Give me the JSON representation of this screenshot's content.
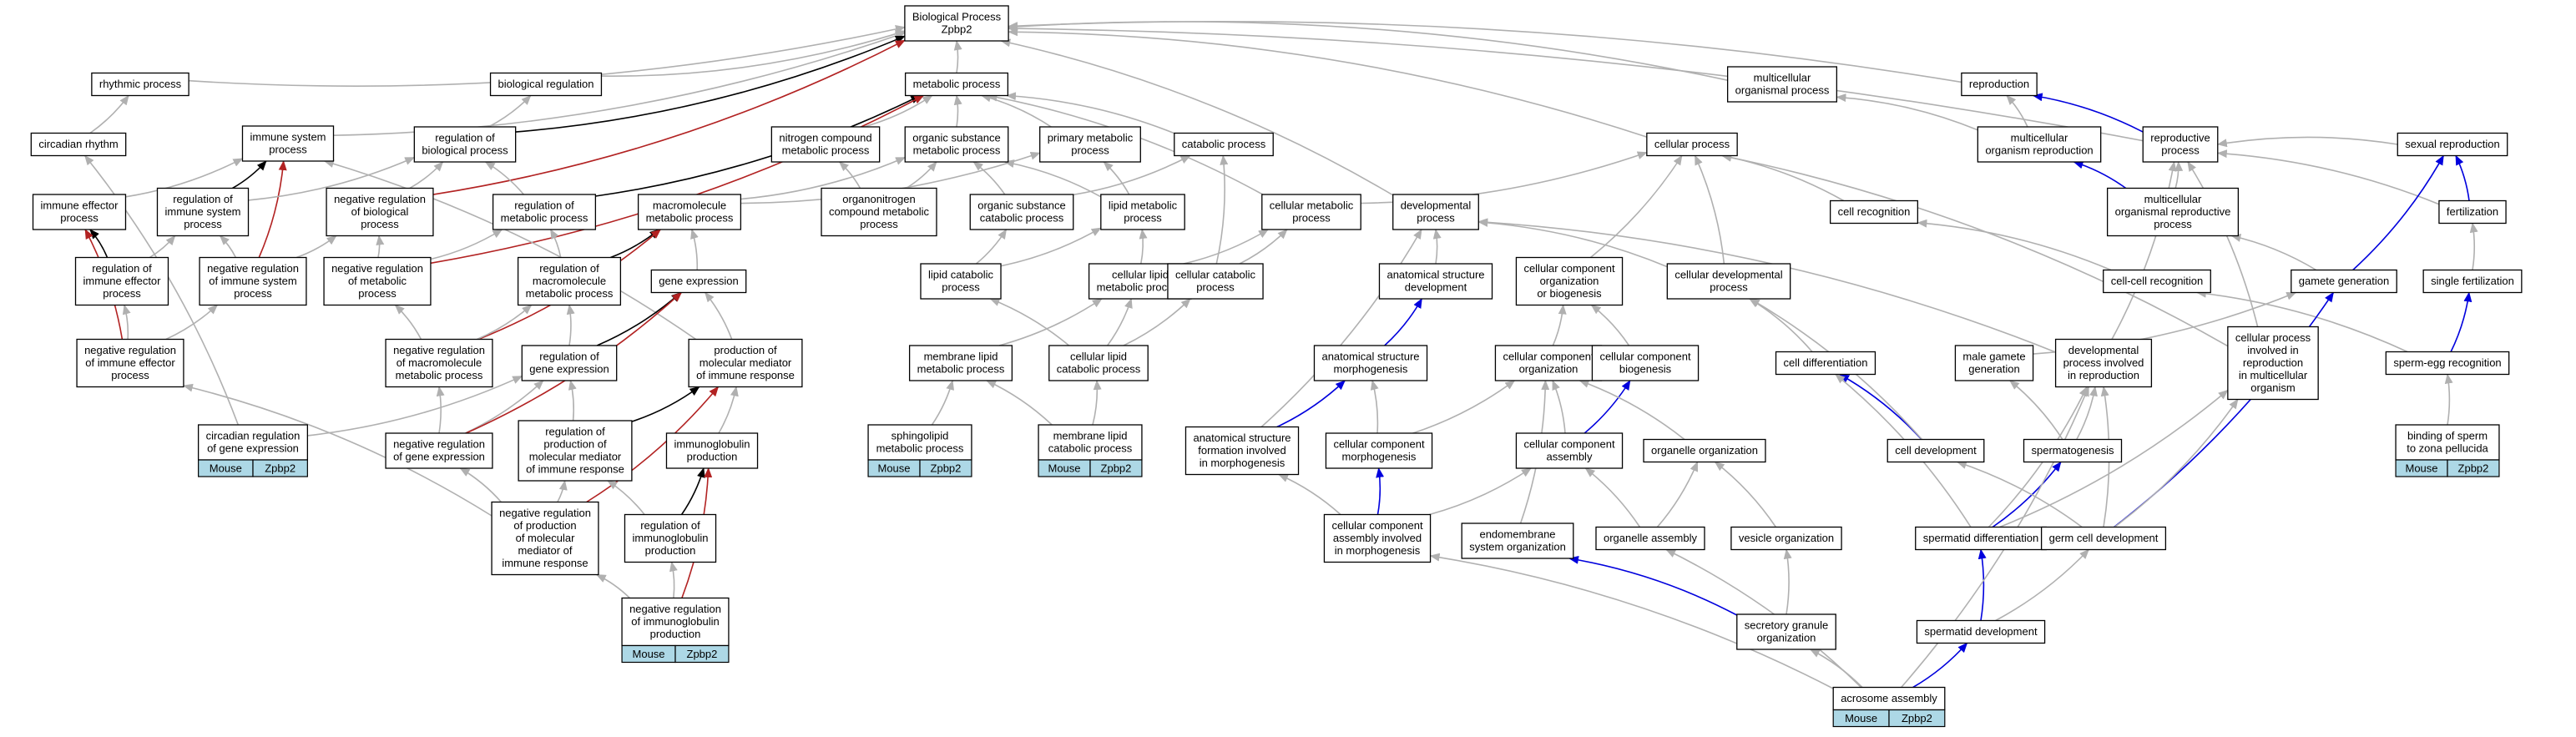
{
  "colors": {
    "is_a": "#b0b0b0",
    "regulates": "#000000",
    "negatively_regulates": "#b22222",
    "part_of": "#0000dd",
    "annotation_fill": "#add8e6"
  },
  "nodes": {
    "root": [
      "Biological Process",
      "Zpbp2"
    ],
    "rhythmic": [
      "rhythmic process"
    ],
    "bioreg": [
      "biological regulation"
    ],
    "metabolic": [
      "metabolic process"
    ],
    "multicell": [
      "multicellular",
      "organismal process"
    ],
    "reproduction": [
      "reproduction"
    ],
    "circadian": [
      "circadian rhythm"
    ],
    "immunesys": [
      "immune system",
      "process"
    ],
    "regbio": [
      "regulation of",
      "biological process"
    ],
    "nitrogen": [
      "nitrogen compound",
      "metabolic process"
    ],
    "orgsub": [
      "organic substance",
      "metabolic process"
    ],
    "primary": [
      "primary metabolic",
      "process"
    ],
    "catabolic": [
      "catabolic process"
    ],
    "cellular": [
      "cellular process"
    ],
    "mcorgrepro": [
      "multicellular",
      "organism reproduction"
    ],
    "reproductive": [
      "reproductive",
      "process"
    ],
    "sexual": [
      "sexual reproduction"
    ],
    "immeff": [
      "immune effector",
      "process"
    ],
    "regimmsys": [
      "regulation of",
      "immune system",
      "process"
    ],
    "negregbio": [
      "negative regulation",
      "of biological",
      "process"
    ],
    "regmet": [
      "regulation of",
      "metabolic process"
    ],
    "macromet": [
      "macromolecule",
      "metabolic process"
    ],
    "orgnitro": [
      "organonitrogen",
      "compound metabolic",
      "process"
    ],
    "orgsubcat": [
      "organic substance",
      "catabolic process"
    ],
    "lipidmet": [
      "lipid metabolic",
      "process"
    ],
    "cellmet": [
      "cellular metabolic",
      "process"
    ],
    "develop": [
      "developmental",
      "process"
    ],
    "cellrecog": [
      "cell recognition"
    ],
    "mcorgreprop": [
      "multicellular",
      "organismal reproductive",
      "process"
    ],
    "fertil": [
      "fertilization"
    ],
    "regimmeff": [
      "regulation of",
      "immune effector",
      "process"
    ],
    "negregimmsys": [
      "negative regulation",
      "of immune system",
      "process"
    ],
    "negregmet": [
      "negative regulation",
      "of metabolic",
      "process"
    ],
    "regmacro": [
      "regulation of",
      "macromolecule",
      "metabolic process"
    ],
    "geneexp": [
      "gene expression"
    ],
    "lipidcat": [
      "lipid catabolic",
      "process"
    ],
    "celllipidmet": [
      "cellular lipid",
      "metabolic process"
    ],
    "cellcat": [
      "cellular catabolic",
      "process"
    ],
    "anatdev": [
      "anatomical structure",
      "development"
    ],
    "ccob": [
      "cellular component",
      "organization",
      "or biogenesis"
    ],
    "celldevproc": [
      "cellular developmental",
      "process"
    ],
    "cellcell": [
      "cell-cell recognition"
    ],
    "gamete": [
      "gamete generation"
    ],
    "singlefert": [
      "single fertilization"
    ],
    "negregimmeff": [
      "negative regulation",
      "of immune effector",
      "process"
    ],
    "negregmacro": [
      "negative regulation",
      "of macromolecule",
      "metabolic process"
    ],
    "reggene": [
      "regulation of",
      "gene expression"
    ],
    "prodmol": [
      "production of",
      "molecular mediator",
      "of immune response"
    ],
    "memlipid": [
      "membrane lipid",
      "metabolic process"
    ],
    "celllipidcat": [
      "cellular lipid",
      "catabolic process"
    ],
    "anatmorph": [
      "anatomical structure",
      "morphogenesis"
    ],
    "ccorg": [
      "cellular component",
      "organization"
    ],
    "ccbio": [
      "cellular component",
      "biogenesis"
    ],
    "celldiff": [
      "cell differentiation"
    ],
    "malegam": [
      "male gamete",
      "generation"
    ],
    "devrepro": [
      "developmental",
      "process involved",
      "in reproduction"
    ],
    "cellprocrepro": [
      "cellular process",
      "involved in",
      "reproduction",
      "in multicellular",
      "organism"
    ],
    "spermegg": [
      "sperm-egg recognition"
    ],
    "circreg": [
      "circadian regulation",
      "of gene expression"
    ],
    "negreggene": [
      "negative regulation",
      "of gene expression"
    ],
    "regprod": [
      "regulation of",
      "production of",
      "molecular mediator",
      "of immune response"
    ],
    "immglob": [
      "immunoglobulin",
      "production"
    ],
    "sphingo": [
      "sphingolipid",
      "metabolic process"
    ],
    "memlipidcat": [
      "membrane lipid",
      "catabolic process"
    ],
    "anatform": [
      "anatomical structure",
      "formation involved",
      "in morphogenesis"
    ],
    "ccmorph": [
      "cellular component",
      "morphogenesis"
    ],
    "ccassembly": [
      "cellular component",
      "assembly"
    ],
    "organelleorg": [
      "organelle organization"
    ],
    "celldev": [
      "cell development"
    ],
    "spermatogen": [
      "spermatogenesis"
    ],
    "binding": [
      "binding of sperm",
      "to zona pellucida"
    ],
    "negregprod": [
      "negative regulation",
      "of production",
      "of molecular",
      "mediator of",
      "immune response"
    ],
    "regimmglob": [
      "regulation of",
      "immunoglobulin",
      "production"
    ],
    "ccassmorph": [
      "cellular component",
      "assembly involved",
      "in morphogenesis"
    ],
    "endomem": [
      "endomembrane",
      "system organization"
    ],
    "orgassembly": [
      "organelle assembly"
    ],
    "vesicle": [
      "vesicle organization"
    ],
    "spermdiff": [
      "spermatid differentiation"
    ],
    "germcell": [
      "germ cell development"
    ],
    "secretory": [
      "secretory granule",
      "organization"
    ],
    "spermdev": [
      "spermatid development"
    ],
    "negregimmglob": [
      "negative regulation",
      "of immunoglobulin",
      "production"
    ],
    "acrosome": [
      "acrosome assembly"
    ]
  },
  "annotations": {
    "circreg": [
      "Mouse",
      "Zpbp2"
    ],
    "sphingo": [
      "Mouse",
      "Zpbp2"
    ],
    "memlipidcat": [
      "Mouse",
      "Zpbp2"
    ],
    "binding": [
      "Mouse",
      "Zpbp2"
    ],
    "negregimmglob": [
      "Mouse",
      "Zpbp2"
    ],
    "acrosome": [
      "Mouse",
      "Zpbp2"
    ]
  },
  "edges": [
    [
      "rhythmic",
      "root",
      "is_a"
    ],
    [
      "bioreg",
      "root",
      "is_a"
    ],
    [
      "metabolic",
      "root",
      "is_a"
    ],
    [
      "multicell",
      "root",
      "is_a"
    ],
    [
      "reproduction",
      "root",
      "is_a"
    ],
    [
      "immunesys",
      "root",
      "is_a"
    ],
    [
      "cellular",
      "root",
      "is_a"
    ],
    [
      "develop",
      "root",
      "is_a"
    ],
    [
      "regbio",
      "root",
      "regulates"
    ],
    [
      "negregbio",
      "root",
      "negatively_regulates"
    ],
    [
      "reproductive",
      "root",
      "is_a"
    ],
    [
      "circadian",
      "rhythmic",
      "is_a"
    ],
    [
      "regbio",
      "bioreg",
      "is_a"
    ],
    [
      "nitrogen",
      "metabolic",
      "is_a"
    ],
    [
      "orgsub",
      "metabolic",
      "is_a"
    ],
    [
      "primary",
      "metabolic",
      "is_a"
    ],
    [
      "catabolic",
      "metabolic",
      "is_a"
    ],
    [
      "cellmet",
      "metabolic",
      "is_a"
    ],
    [
      "regmet",
      "metabolic",
      "regulates"
    ],
    [
      "negregmet",
      "metabolic",
      "negatively_regulates"
    ],
    [
      "mcorgrepro",
      "multicell",
      "is_a"
    ],
    [
      "mcorgrepro",
      "reproduction",
      "is_a"
    ],
    [
      "reproductive",
      "reproduction",
      "part_of"
    ],
    [
      "sexual",
      "reproductive",
      "is_a"
    ],
    [
      "immeff",
      "immunesys",
      "is_a"
    ],
    [
      "regimmsys",
      "immunesys",
      "regulates"
    ],
    [
      "negregimmsys",
      "immunesys",
      "negatively_regulates"
    ],
    [
      "prodmol",
      "immunesys",
      "is_a"
    ],
    [
      "regimmsys",
      "regbio",
      "is_a"
    ],
    [
      "negregbio",
      "regbio",
      "is_a"
    ],
    [
      "regmet",
      "regbio",
      "is_a"
    ],
    [
      "orgnitro",
      "nitrogen",
      "is_a"
    ],
    [
      "orgnitro",
      "orgsub",
      "is_a"
    ],
    [
      "macromet",
      "orgsub",
      "is_a"
    ],
    [
      "lipidmet",
      "orgsub",
      "is_a"
    ],
    [
      "orgsubcat",
      "orgsub",
      "is_a"
    ],
    [
      "macromet",
      "primary",
      "is_a"
    ],
    [
      "lipidmet",
      "primary",
      "is_a"
    ],
    [
      "orgsubcat",
      "catabolic",
      "is_a"
    ],
    [
      "cellcat",
      "catabolic",
      "is_a"
    ],
    [
      "cellmet",
      "cellular",
      "is_a"
    ],
    [
      "cellrecog",
      "cellular",
      "is_a"
    ],
    [
      "ccob",
      "cellular",
      "is_a"
    ],
    [
      "celldevproc",
      "cellular",
      "is_a"
    ],
    [
      "cellprocrepro",
      "cellular",
      "is_a"
    ],
    [
      "mcorgreprop",
      "reproductive",
      "is_a"
    ],
    [
      "mcorgreprop",
      "mcorgrepro",
      "part_of"
    ],
    [
      "fertil",
      "reproductive",
      "is_a"
    ],
    [
      "fertil",
      "sexual",
      "part_of"
    ],
    [
      "regimmeff",
      "immeff",
      "regulates"
    ],
    [
      "regimmeff",
      "regimmsys",
      "is_a"
    ],
    [
      "negregimmsys",
      "regimmsys",
      "is_a"
    ],
    [
      "negregimmsys",
      "negregbio",
      "is_a"
    ],
    [
      "negregmet",
      "regmet",
      "is_a"
    ],
    [
      "negregmet",
      "negregbio",
      "is_a"
    ],
    [
      "regmacro",
      "regmet",
      "is_a"
    ],
    [
      "regmacro",
      "macromet",
      "regulates"
    ],
    [
      "geneexp",
      "macromet",
      "is_a"
    ],
    [
      "negregmacro",
      "macromet",
      "negatively_regulates"
    ],
    [
      "lipidcat",
      "lipidmet",
      "is_a"
    ],
    [
      "lipidcat",
      "orgsubcat",
      "is_a"
    ],
    [
      "celllipidmet",
      "lipidmet",
      "is_a"
    ],
    [
      "celllipidmet",
      "cellmet",
      "is_a"
    ],
    [
      "cellcat",
      "cellmet",
      "is_a"
    ],
    [
      "anatdev",
      "develop",
      "is_a"
    ],
    [
      "celldevproc",
      "develop",
      "is_a"
    ],
    [
      "devrepro",
      "develop",
      "is_a"
    ],
    [
      "cellcell",
      "cellrecog",
      "is_a"
    ],
    [
      "gamete",
      "mcorgreprop",
      "is_a"
    ],
    [
      "gamete",
      "sexual",
      "part_of"
    ],
    [
      "singlefert",
      "fertil",
      "is_a"
    ],
    [
      "negregimmeff",
      "regimmeff",
      "is_a"
    ],
    [
      "negregimmeff",
      "immeff",
      "negatively_regulates"
    ],
    [
      "negregimmeff",
      "negregimmsys",
      "is_a"
    ],
    [
      "negregmacro",
      "regmacro",
      "is_a"
    ],
    [
      "negregmacro",
      "negregmet",
      "is_a"
    ],
    [
      "reggene",
      "regmacro",
      "is_a"
    ],
    [
      "reggene",
      "geneexp",
      "regulates"
    ],
    [
      "prodmol",
      "geneexp",
      "is_a"
    ],
    [
      "memlipid",
      "celllipidmet",
      "is_a"
    ],
    [
      "celllipidcat",
      "celllipidmet",
      "is_a"
    ],
    [
      "celllipidcat",
      "cellcat",
      "is_a"
    ],
    [
      "celllipidcat",
      "lipidcat",
      "is_a"
    ],
    [
      "anatmorph",
      "anatdev",
      "part_of"
    ],
    [
      "ccorg",
      "ccob",
      "is_a"
    ],
    [
      "ccbio",
      "ccob",
      "is_a"
    ],
    [
      "celldiff",
      "celldevproc",
      "is_a"
    ],
    [
      "malegam",
      "gamete",
      "is_a"
    ],
    [
      "devrepro",
      "reproductive",
      "is_a"
    ],
    [
      "cellprocrepro",
      "reproductive",
      "is_a"
    ],
    [
      "spermegg",
      "cellcell",
      "is_a"
    ],
    [
      "spermegg",
      "singlefert",
      "part_of"
    ],
    [
      "circreg",
      "reggene",
      "is_a"
    ],
    [
      "circreg",
      "circadian",
      "is_a"
    ],
    [
      "negreggene",
      "reggene",
      "is_a"
    ],
    [
      "negreggene",
      "geneexp",
      "negatively_regulates"
    ],
    [
      "negreggene",
      "negregmacro",
      "is_a"
    ],
    [
      "regprod",
      "prodmol",
      "regulates"
    ],
    [
      "regprod",
      "reggene",
      "is_a"
    ],
    [
      "immglob",
      "prodmol",
      "is_a"
    ],
    [
      "sphingo",
      "memlipid",
      "is_a"
    ],
    [
      "memlipidcat",
      "memlipid",
      "is_a"
    ],
    [
      "memlipidcat",
      "celllipidcat",
      "is_a"
    ],
    [
      "anatform",
      "anatmorph",
      "part_of"
    ],
    [
      "anatform",
      "develop",
      "is_a"
    ],
    [
      "ccmorph",
      "anatmorph",
      "is_a"
    ],
    [
      "ccmorph",
      "ccorg",
      "is_a"
    ],
    [
      "ccassembly",
      "ccbio",
      "part_of"
    ],
    [
      "ccassembly",
      "ccorg",
      "is_a"
    ],
    [
      "organelleorg",
      "ccorg",
      "is_a"
    ],
    [
      "celldev",
      "celldiff",
      "part_of"
    ],
    [
      "celldev",
      "celldevproc",
      "is_a"
    ],
    [
      "spermatogen",
      "malegam",
      "is_a"
    ],
    [
      "spermatogen",
      "devrepro",
      "is_a"
    ],
    [
      "binding",
      "spermegg",
      "is_a"
    ],
    [
      "negregprod",
      "regprod",
      "is_a"
    ],
    [
      "negregprod",
      "prodmol",
      "negatively_regulates"
    ],
    [
      "negregprod",
      "negreggene",
      "is_a"
    ],
    [
      "negregprod",
      "negregimmeff",
      "is_a"
    ],
    [
      "regimmglob",
      "immglob",
      "regulates"
    ],
    [
      "regimmglob",
      "regprod",
      "is_a"
    ],
    [
      "ccassmorph",
      "ccmorph",
      "part_of"
    ],
    [
      "ccassmorph",
      "ccassembly",
      "is_a"
    ],
    [
      "ccassmorph",
      "anatform",
      "is_a"
    ],
    [
      "endomem",
      "ccorg",
      "is_a"
    ],
    [
      "orgassembly",
      "ccassembly",
      "is_a"
    ],
    [
      "orgassembly",
      "organelleorg",
      "is_a"
    ],
    [
      "vesicle",
      "organelleorg",
      "is_a"
    ],
    [
      "spermdiff",
      "spermatogen",
      "part_of"
    ],
    [
      "spermdiff",
      "celldiff",
      "is_a"
    ],
    [
      "spermdiff",
      "devrepro",
      "is_a"
    ],
    [
      "spermdiff",
      "cellprocrepro",
      "is_a"
    ],
    [
      "germcell",
      "celldev",
      "is_a"
    ],
    [
      "germcell",
      "gamete",
      "part_of"
    ],
    [
      "germcell",
      "devrepro",
      "is_a"
    ],
    [
      "germcell",
      "cellprocrepro",
      "is_a"
    ],
    [
      "secretory",
      "vesicle",
      "is_a"
    ],
    [
      "secretory",
      "endomem",
      "part_of"
    ],
    [
      "spermdev",
      "spermdiff",
      "part_of"
    ],
    [
      "spermdev",
      "germcell",
      "is_a"
    ],
    [
      "negregimmglob",
      "regimmglob",
      "is_a"
    ],
    [
      "negregimmglob",
      "immglob",
      "negatively_regulates"
    ],
    [
      "negregimmglob",
      "negregprod",
      "is_a"
    ],
    [
      "acrosome",
      "spermdev",
      "part_of"
    ],
    [
      "acrosome",
      "secretory",
      "is_a"
    ],
    [
      "acrosome",
      "orgassembly",
      "is_a"
    ],
    [
      "acrosome",
      "ccassmorph",
      "is_a"
    ],
    [
      "acrosome",
      "devrepro",
      "is_a"
    ]
  ]
}
